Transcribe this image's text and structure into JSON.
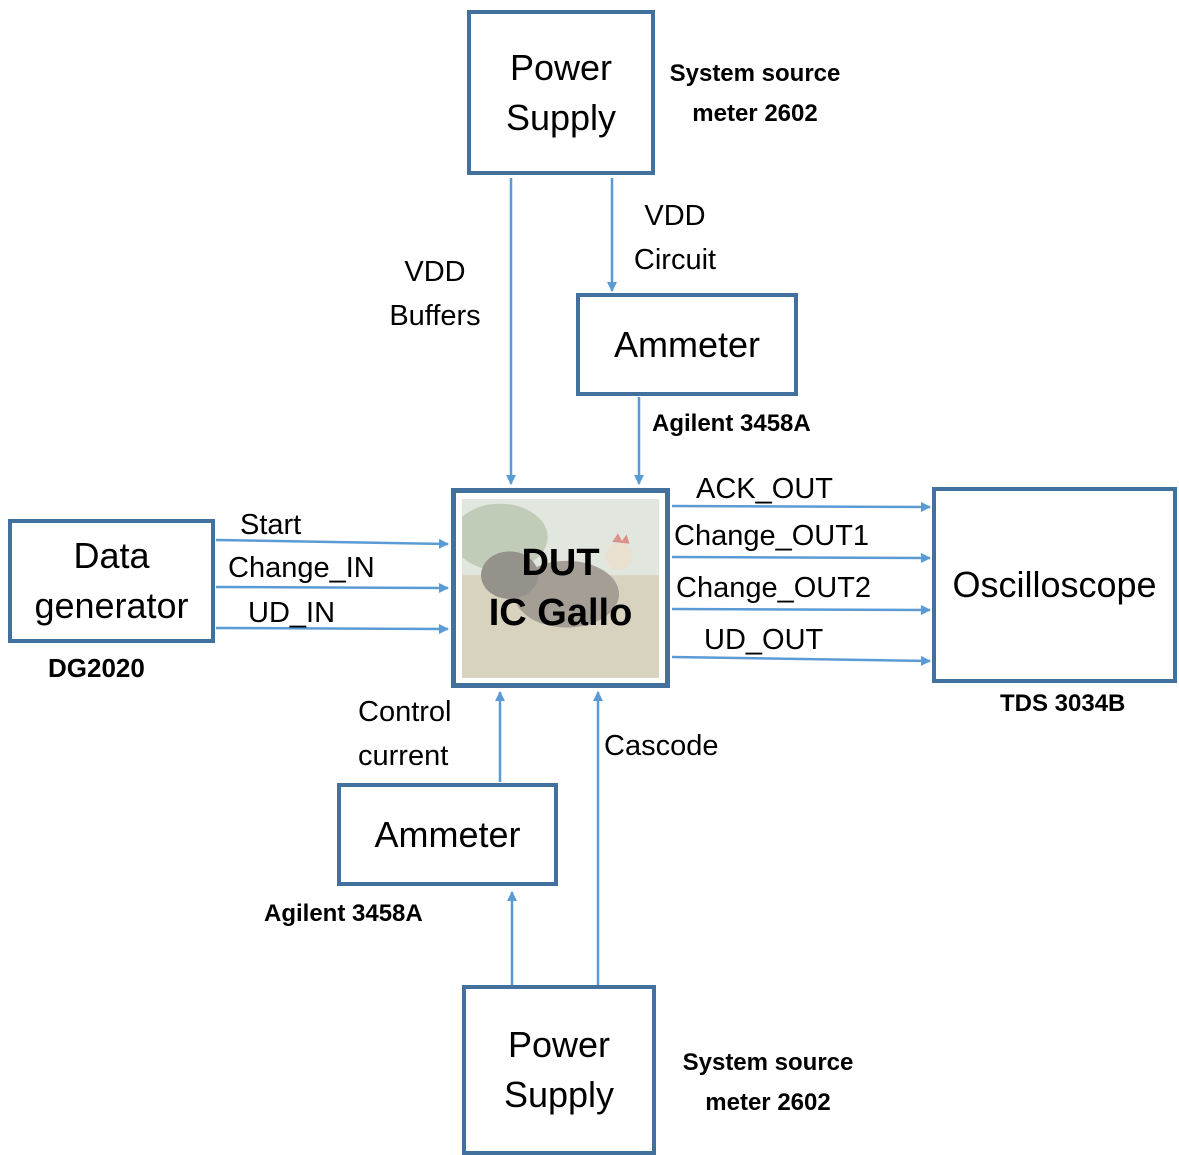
{
  "colors": {
    "box_border": "#41719C",
    "arrow": "#5B9BD5",
    "text": "#000000"
  },
  "power_supply_top": {
    "line1": "Power",
    "line2": "Supply",
    "model_line1": "System source",
    "model_line2": "meter 2602"
  },
  "ammeter_top": {
    "label": "Ammeter",
    "model": "Agilent 3458A"
  },
  "power_supply_bottom": {
    "line1": "Power",
    "line2": "Supply",
    "model_line1": "System source",
    "model_line2": "meter 2602"
  },
  "ammeter_bottom": {
    "label": "Ammeter",
    "model": "Agilent 3458A"
  },
  "data_generator": {
    "line1": "Data",
    "line2": "generator",
    "model": "DG2020"
  },
  "oscilloscope": {
    "label": "Oscilloscope",
    "model": "TDS 3034B"
  },
  "dut": {
    "line1": "DUT",
    "line2": "IC Gallo"
  },
  "signals": {
    "vdd_buffers_1": "VDD",
    "vdd_buffers_2": "Buffers",
    "vdd_circuit_1": "VDD",
    "vdd_circuit_2": "Circuit",
    "start": "Start",
    "change_in": "Change_IN",
    "ud_in": "UD_IN",
    "ack_out": "ACK_OUT",
    "change_out1": "Change_OUT1",
    "change_out2": "Change_OUT2",
    "ud_out": "UD_OUT",
    "control_current_1": "Control",
    "control_current_2": "current",
    "cascode": "Cascode"
  }
}
